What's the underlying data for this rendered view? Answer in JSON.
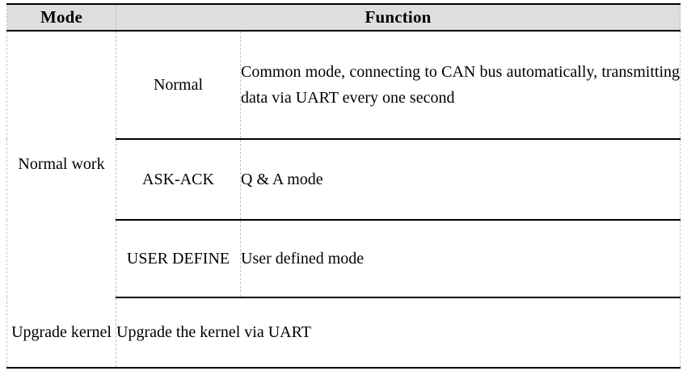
{
  "table": {
    "headers": {
      "mode": "Mode",
      "function": "Function"
    },
    "groups": [
      {
        "mode_label": "Normal work",
        "rows": [
          {
            "sub_mode": "Normal",
            "function": "Common mode, connecting to CAN bus automatically, transmitting data via UART every one second"
          },
          {
            "sub_mode": "ASK-ACK",
            "function": "Q & A mode"
          },
          {
            "sub_mode": "USER DEFINE",
            "function": "User defined mode"
          }
        ]
      },
      {
        "mode_label": "Upgrade kernel",
        "rows": [
          {
            "sub_mode": "",
            "function": "Upgrade the kernel via UART"
          }
        ]
      }
    ]
  },
  "colors": {
    "header_background": "#dedede",
    "rule": "#000000",
    "cell_divider": "#c0c0c0",
    "text": "#000000",
    "page_background": "#ffffff"
  }
}
